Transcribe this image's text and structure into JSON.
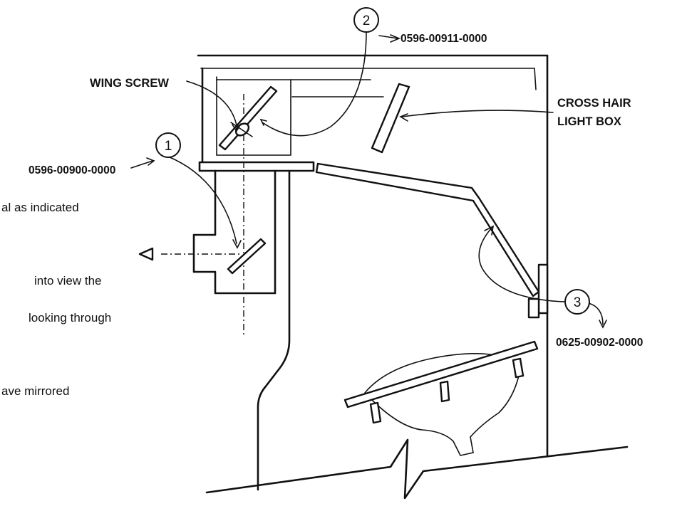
{
  "labels": {
    "wing_screw": "WING SCREW",
    "cross_hair_line1": "CROSS HAIR",
    "cross_hair_line2": "LIGHT BOX"
  },
  "callouts": [
    {
      "number": "1",
      "part_number": "0596-00900-0000"
    },
    {
      "number": "2",
      "part_number": "0596-00911-0000"
    },
    {
      "number": "3",
      "part_number": "0625-00902-0000"
    }
  ],
  "side_text": [
    "al as indicated",
    "into view the",
    "looking through",
    "ave mirrored"
  ]
}
